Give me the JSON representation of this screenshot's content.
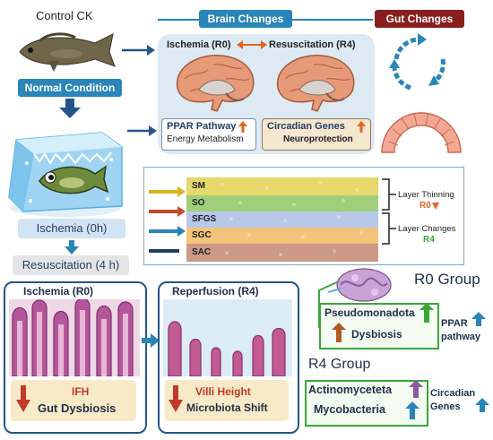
{
  "control": {
    "label": "Control CK"
  },
  "headers": {
    "brain": "Brain Changes",
    "gut": "Gut Changes"
  },
  "brain": {
    "ischemia": "Ischemia (R0)",
    "resuscitation": "Resuscitation (R4)",
    "box_left": {
      "line1": "PPAR Pathway",
      "line2": "Energy Metabolism"
    },
    "box_right": {
      "line1": "Circadian Genes",
      "line2": "Neuroprotection"
    }
  },
  "normal_condition": "Normal Condition",
  "ischemia_0h": "Ischemia (0h)",
  "resuscitation_4h": "Resuscitation (4 h)",
  "layers": [
    {
      "label": "SM",
      "color": "#e6d86a"
    },
    {
      "label": "SO",
      "color": "#9fcf7b"
    },
    {
      "label": "SFGS",
      "color": "#b8c8e8"
    },
    {
      "label": "SGC",
      "color": "#f3c47a"
    },
    {
      "label": "SAC",
      "color": "#cc9a86"
    }
  ],
  "layer_notes": {
    "thinning": "Layer Thinning",
    "r0": "R0",
    "changes": "Layer Changes",
    "r4": "R4"
  },
  "r0_group": {
    "title": "R0 Group",
    "line1": "Pseudomonadota",
    "line2": "Dysbiosis",
    "side": "PPAR pathway"
  },
  "r4_group": {
    "title": "R4 Group",
    "line1": "Actinomyceteta",
    "line2": "Mycobacteria",
    "side": "Circadian Genes"
  },
  "panel_ischemia": {
    "title": "Ischemia (R0)",
    "caption1": "IFH",
    "caption2": "Gut Dysbiosis"
  },
  "panel_reperfusion": {
    "title": "Reperfusion (R4)",
    "caption1": "Villi Height",
    "caption2": "Microbiota Shift"
  },
  "colors": {
    "blue": "#2a85b8",
    "dark_red": "#8a1e1e",
    "green": "#3aa63a",
    "orange_up": "#e2661e",
    "navy": "#24558a"
  }
}
